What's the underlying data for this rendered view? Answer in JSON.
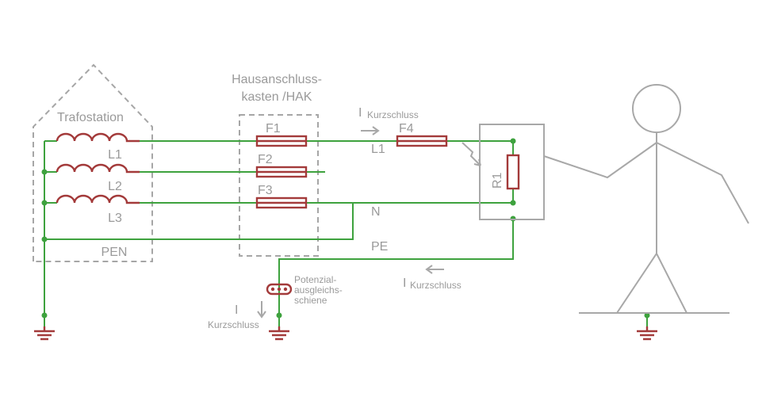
{
  "labels": {
    "trafostation": "Trafostation",
    "hak_line1": "Hausanschluss-",
    "hak_line2": "kasten /HAK",
    "l1": "L1",
    "l2": "L2",
    "l3": "L3",
    "pen": "PEN",
    "f1": "F1",
    "f2": "F2",
    "f3": "F3",
    "f4": "F4",
    "l1_feed": "L1",
    "n": "N",
    "pe": "PE",
    "r1": "R1",
    "current_symbol": "I",
    "current_sub": "Kurzschluss",
    "pa_line1": "Potenzial-",
    "pa_line2": "ausgleichs-",
    "pa_line3": "schiene"
  },
  "colors": {
    "wire": "#3ea23e",
    "component": "#a33a3a",
    "outline": "#a8a8a8",
    "text": "#9a9a9a"
  }
}
